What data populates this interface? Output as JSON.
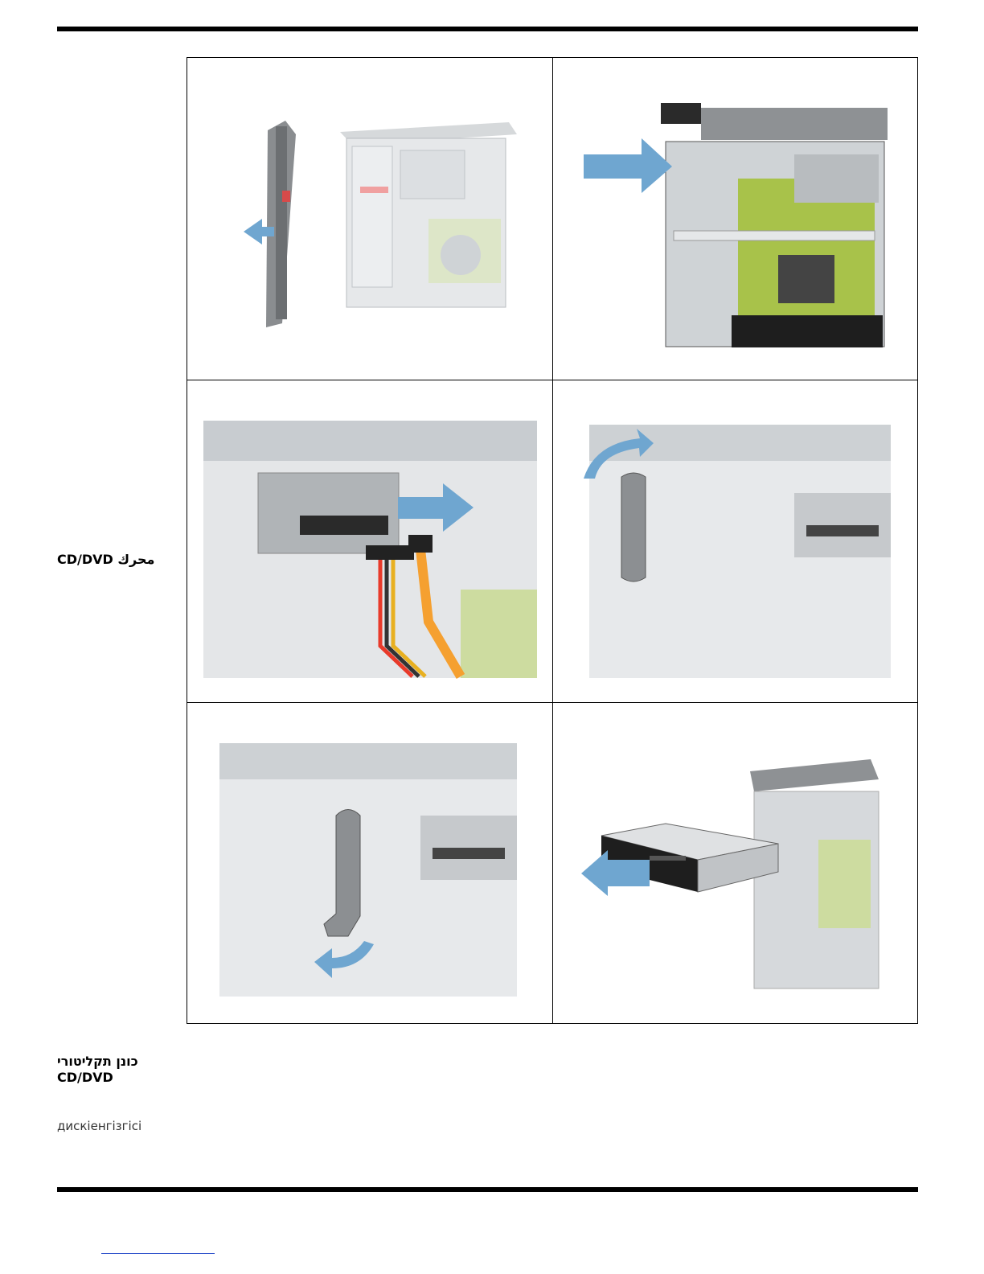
{
  "labels": {
    "arabic": "محرك CD/DVD",
    "hebrew_line1": "כונן תקליטורי",
    "hebrew_line2": "CD/DVD",
    "kazakh": "дискіенгізгісі"
  },
  "figures": [
    {
      "icon": "remove-front-bezel-illustration"
    },
    {
      "icon": "insert-side-panel-illustration"
    },
    {
      "icon": "disconnect-cables-illustration"
    },
    {
      "icon": "release-latch-illustration"
    },
    {
      "icon": "press-latch-illustration"
    },
    {
      "icon": "slide-out-drive-illustration"
    }
  ],
  "colors": {
    "arrow": "#6fa6d0",
    "board": "#a8c24a",
    "chassis": "#c9cdd0",
    "dark": "#333333"
  }
}
